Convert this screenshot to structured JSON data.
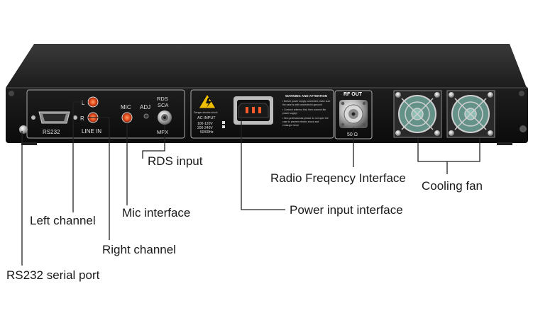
{
  "panel": {
    "rs232": "RS232",
    "line_in": "LINE IN",
    "ch_l": "L",
    "ch_r": "R",
    "mic": "MIC",
    "adj": "ADJ",
    "rds": "RDS",
    "sca": "SCA",
    "mpx": "MPX",
    "power_notice": "Danger electric shock",
    "ac_input": "AC INPUT",
    "ac_100": "100-120V",
    "ac_200": "200-240V",
    "ac_freq": "50/60Hz",
    "warning_title": "WARNING AND ATTENTION",
    "warning_lines": [
      "• Before power supply connected, make sure",
      "  the case is well connected to ground!",
      "• Connect antenna first, then connect the",
      "  power supply!",
      "• Non-professionals please do not open the",
      "  case to prevent electric shock and",
      "  endanger lives!"
    ],
    "rf_out": "RF OUT",
    "ohm": "50 Ω"
  },
  "callouts": {
    "rds_input": "RDS input",
    "radio_frequency": "Radio Freqency Interface",
    "cooling_fan": "Cooling fan",
    "left_channel": "Left channel",
    "mic_interface": "Mic interface",
    "power_input": "Power input interface",
    "right_channel": "Right channel",
    "rs232_port": "RS232 serial port"
  }
}
